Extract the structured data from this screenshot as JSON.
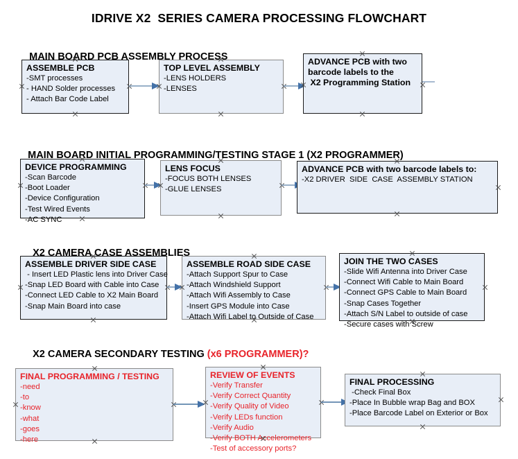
{
  "document": {
    "title": "IDRIVE X2  SERIES CAMERA PROCESSING FLOWCHART",
    "background_color": "#ffffff",
    "box_fill_color": "#e8eef7",
    "accent_red": "#e8232a",
    "connector_color": "#8aa4c0",
    "arrowhead_color": "#4472a8"
  },
  "sections": [
    {
      "id": "main-board-pcb-assembly",
      "heading": "MAIN BOARD PCB ASSEMBLY PROCESS",
      "heading_accent": "",
      "boxes": [
        {
          "id": "assemble-pcb",
          "head": "ASSEMBLE PCB",
          "lines": [
            "-SMT processes",
            "- HAND Solder processes",
            "- Attach Bar Code Label"
          ]
        },
        {
          "id": "top-level-assembly",
          "head": "TOP LEVEL ASSEMBLY",
          "lines": [
            "-LENS HOLDERS",
            "-LENSES"
          ]
        },
        {
          "id": "advance-pcb-programming-station",
          "head": "ADVANCE PCB with two",
          "lines": [
            "barcode labels to the",
            " X2 Programming Station"
          ]
        }
      ]
    },
    {
      "id": "main-board-initial-programming",
      "heading": "MAIN BOARD INITIAL PROGRAMMING/TESTING STAGE 1 (X2 PROGRAMMER)",
      "heading_accent": "",
      "boxes": [
        {
          "id": "device-programming",
          "head": "DEVICE PROGRAMMING",
          "lines": [
            "-Scan Barcode",
            "-Boot Loader",
            "-Device Configuration",
            "-Test Wired Events",
            "-AC SYNC"
          ]
        },
        {
          "id": "lens-focus",
          "head": "LENS FOCUS",
          "lines": [
            "-FOCUS BOTH LENSES",
            "-GLUE LENSES"
          ]
        },
        {
          "id": "advance-pcb-driver-side-station",
          "head": "ADVANCE PCB with two barcode labels to:",
          "lines": [
            "-X2 DRIVER  SIDE  CASE  ASSEMBLY STATION"
          ]
        }
      ]
    },
    {
      "id": "x2-camera-case-assemblies",
      "heading": "X2 CAMERA CASE ASSEMBLIES",
      "heading_accent": "",
      "boxes": [
        {
          "id": "assemble-driver-side-case",
          "head": "ASSEMBLE DRIVER SIDE CASE",
          "lines": [
            " - Insert LED Plastic lens into Driver Case",
            "-Snap LED Board with Cable into Case",
            "-Connect LED Cable to X2 Main Board",
            "-Snap Main Board into case"
          ]
        },
        {
          "id": "assemble-road-side-case",
          "head": "ASSEMBLE ROAD SIDE CASE",
          "lines": [
            "-Attach Support Spur to Case",
            "-Attach Windshield Support",
            "-Attach Wifi Assembly to Case",
            "-Insert GPS Module into Case",
            "-Attach Wifi Label to Outside of Case"
          ]
        },
        {
          "id": "join-the-two-cases",
          "head": "JOIN THE TWO CASES",
          "lines": [
            "-Slide Wifi Antenna into Driver Case",
            "-Connect Wifi Cable to Main Board",
            "-Connect GPS Cable to Main Board",
            "-Snap Cases Together",
            "-Attach S/N Label to outside of case",
            "-Secure cases with Screw"
          ]
        }
      ]
    },
    {
      "id": "x2-camera-secondary-testing",
      "heading": "X2 CAMERA SECONDARY TESTING ",
      "heading_accent": "(x6 PROGRAMMER)?",
      "boxes": [
        {
          "id": "final-programming-testing",
          "head": "FINAL PROGRAMMING / TESTING",
          "lines": [
            "-need",
            "-to",
            "-know",
            "-what",
            "-goes",
            "-here"
          ]
        },
        {
          "id": "review-of-events",
          "head": "REVIEW OF EVENTS",
          "lines": [
            "-Verify Transfer",
            "-Verify Correct Quantity",
            "-Verify Quality of Video",
            "-Verify LEDs function",
            "-Verify Audio",
            "-Verify BOTH Accelerometers",
            "-Test of accessory ports?"
          ]
        },
        {
          "id": "final-processing",
          "head": "FINAL PROCESSING",
          "lines": [
            " -Check Final Box",
            "-Place In Bubble wrap Bag and BOX",
            "-Place Barcode Label on Exterior or Box"
          ]
        }
      ]
    }
  ]
}
